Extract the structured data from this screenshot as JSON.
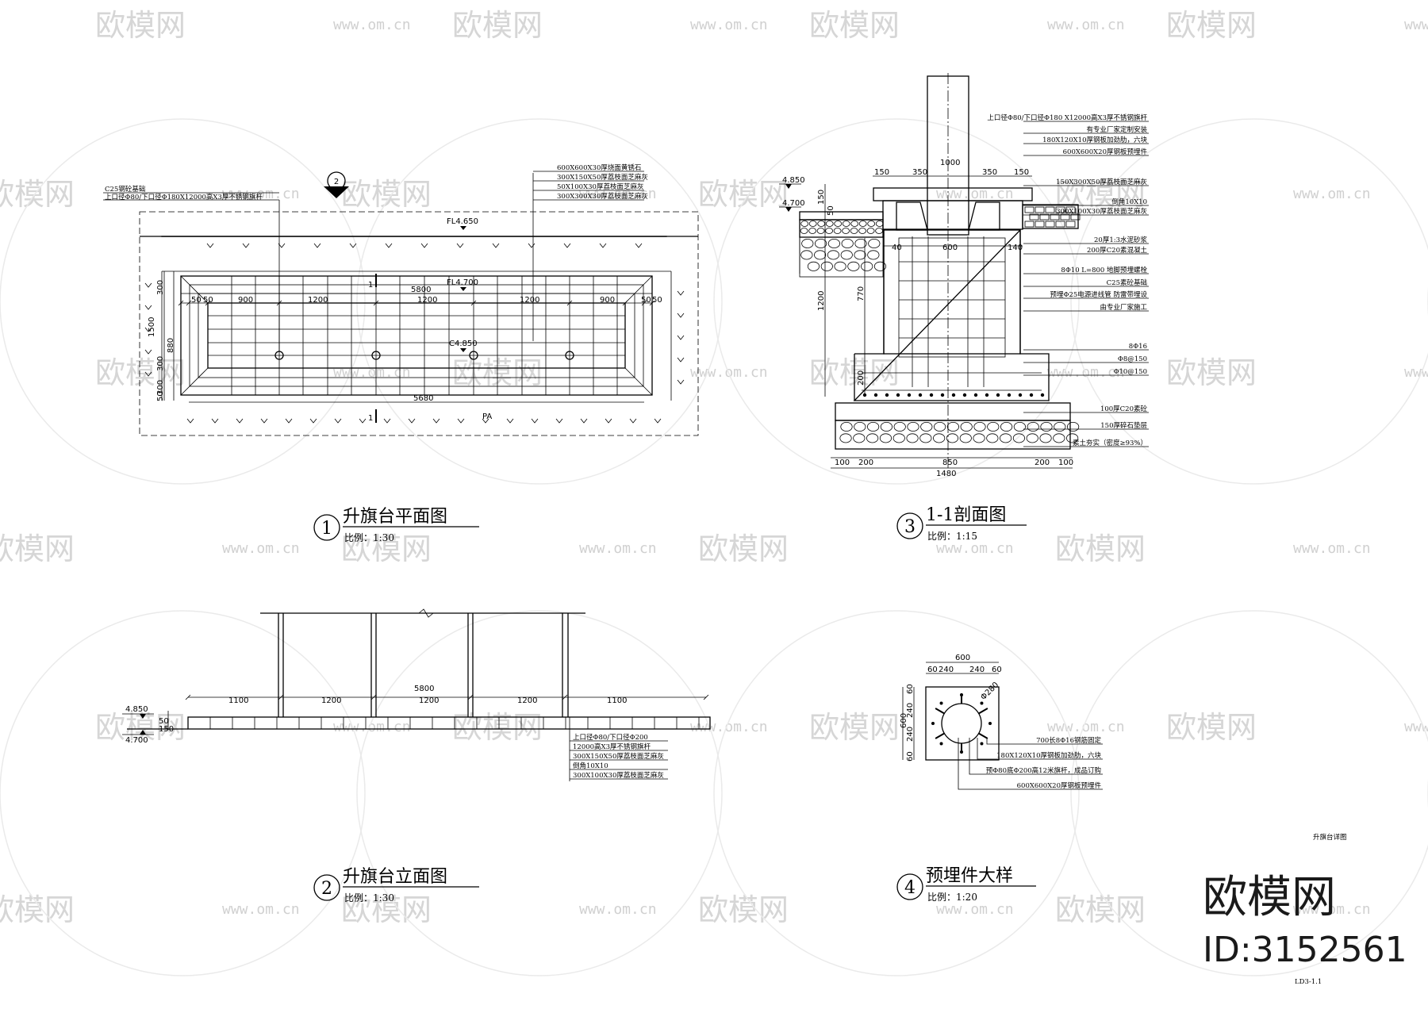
{
  "watermark": {
    "brand": "欧模网",
    "url": "www.om.cn"
  },
  "brand": {
    "name": "欧模网",
    "id": "ID:3152561"
  },
  "sheet": {
    "subtitle": "升旗台详图",
    "code": "LD3-1.1"
  },
  "drawings": [
    {
      "num": "1",
      "title": "升旗台平面图",
      "scale": "比例：1:30"
    },
    {
      "num": "3",
      "title": "1-1剖面图",
      "scale": "比例：1:15"
    },
    {
      "num": "2",
      "title": "升旗台立面图",
      "scale": "比例：1:30"
    },
    {
      "num": "4",
      "title": "预埋件大样",
      "scale": "比例：1:20"
    }
  ],
  "plan": {
    "callout_num": "2",
    "notes_left": [
      "C25钢砼基础",
      "上口径Φ80/下口径Φ180X12000高X3厚不锈钢旗杆"
    ],
    "notes_right": [
      "600X600X30厚烧面黄锈石",
      "300X150X50厚荔枝面芝麻灰",
      "50X100X30厚荔枝面芝麻灰",
      "300X300X30厚荔枝面芝麻灰"
    ],
    "levels": [
      "FL4.650",
      "FL4.700",
      "C4.850",
      "PA"
    ],
    "dims_top": [
      "50",
      "50",
      "900",
      "1200",
      "1200",
      "1200",
      "900",
      "50",
      "50"
    ],
    "total_top": "5800",
    "total_bottom": "5680",
    "dims_left": [
      "300",
      "1500",
      "300",
      "880",
      "300",
      "50"
    ],
    "cut_mark": "1"
  },
  "section": {
    "dims_top": [
      "150",
      "350",
      "1000",
      "350",
      "150"
    ],
    "dims_mid": [
      "40",
      "600",
      "140"
    ],
    "dims_left": [
      "150",
      "50",
      "1200",
      "770",
      "200"
    ],
    "levels": [
      "4.850",
      "4.700"
    ],
    "dims_bottom": [
      "100",
      "200",
      "850",
      "200",
      "100"
    ],
    "total_bottom": "1480",
    "notes": [
      "上口径Φ80/下口径Φ180 X12000高X3厚不锈钢旗杆",
      "有专业厂家定制安装",
      "180X120X10厚钢板加劲肋，六块",
      "600X600X20厚钢板预埋件",
      "150X300X50厚荔枝面芝麻灰",
      "倒角10X10",
      "300X100X30厚荔枝面芝麻灰",
      "20厚1:3水泥砂浆",
      "200厚C20素混凝土",
      "8Φ10 L=800 地脚预埋螺栓",
      "C25素砼基础",
      "预埋Φ25电源进线管 防雷带埋设",
      "由专业厂家施工",
      "8Φ16",
      "Φ8@150",
      "Φ10@150",
      "100厚C20素砼",
      "150厚碎石垫层",
      "素土夯实（密度≥93%）"
    ]
  },
  "elevation": {
    "total": "5800",
    "dims": [
      "1100",
      "1200",
      "1200",
      "1200",
      "1100"
    ],
    "levels": [
      "4.850",
      "4.700"
    ],
    "dims_left": [
      "50",
      "150"
    ],
    "notes": [
      "上口径Φ80/下口径Φ200",
      "12000高X3厚不锈钢旗杆",
      "300X150X50厚荔枝面芝麻灰",
      "倒角10X10",
      "300X100X30厚荔枝面芝麻灰"
    ]
  },
  "detail": {
    "width": "600",
    "dims_top": [
      "60",
      "240",
      "240",
      "60"
    ],
    "dims_left": [
      "60",
      "240",
      "240",
      "60"
    ],
    "height": "600",
    "diameter": "Φ280",
    "notes": [
      "700长8Φ16钢筋固定",
      "180X120X10厚钢板加劲肋，六块",
      "预Φ80底Φ200高12米旗杆，成品订购",
      "600X600X20厚钢板预埋件"
    ]
  }
}
